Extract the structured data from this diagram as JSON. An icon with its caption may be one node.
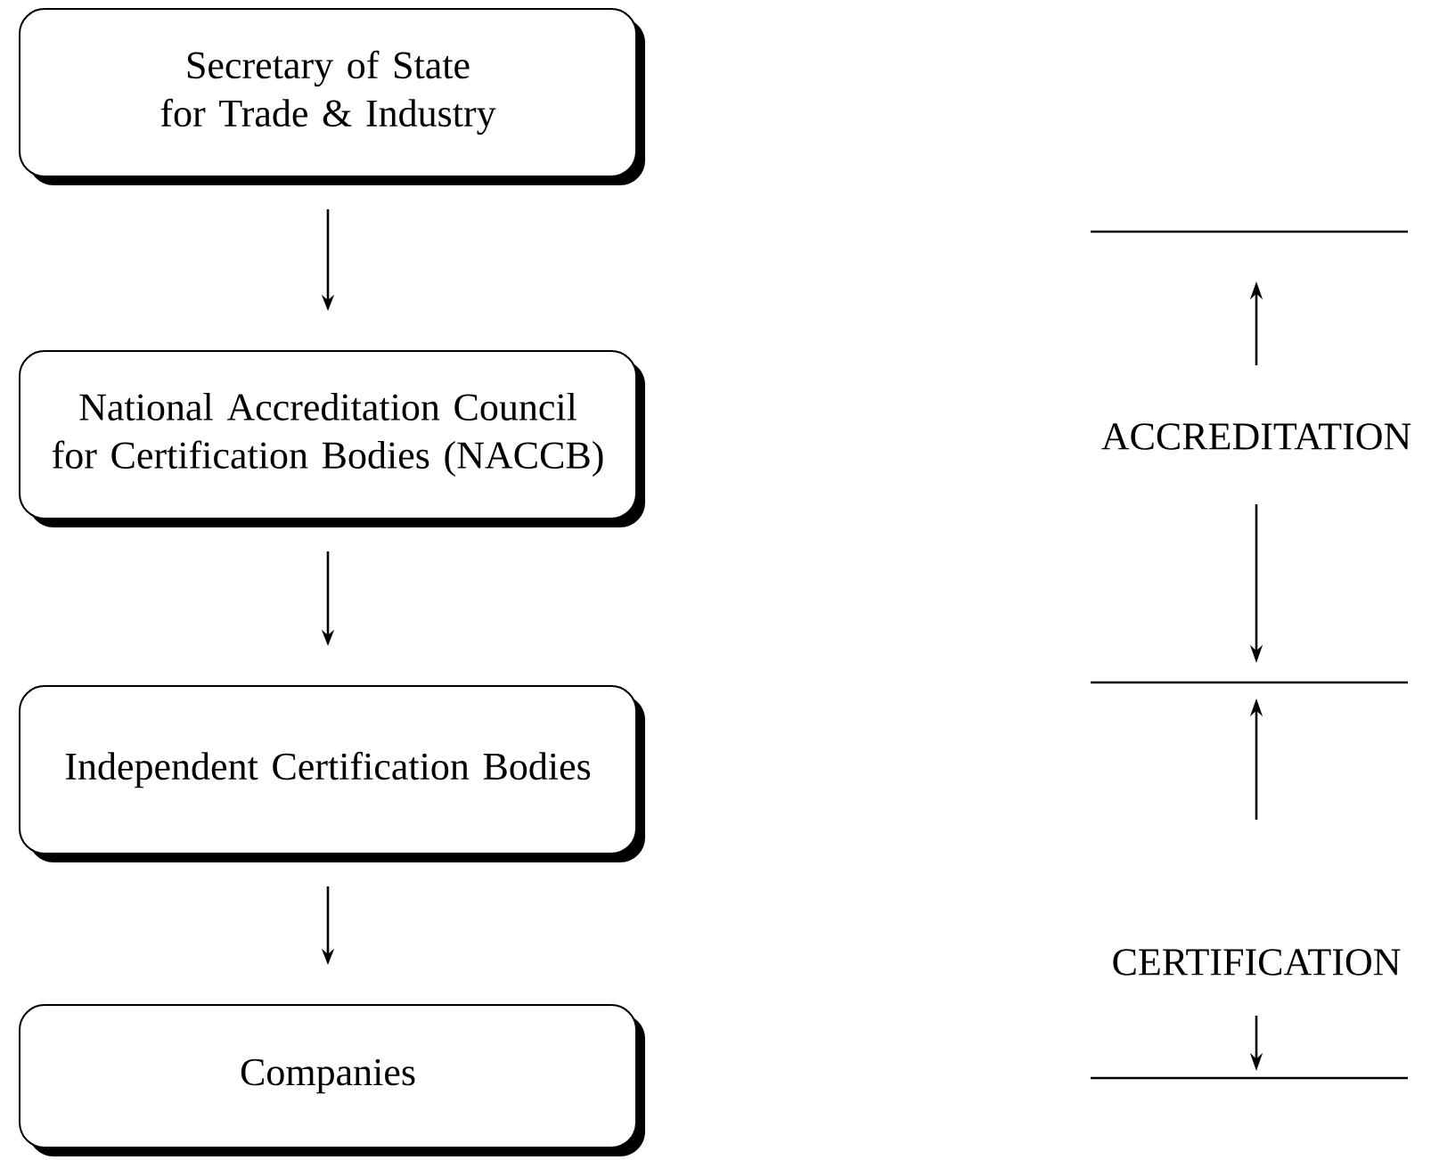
{
  "diagram": {
    "nodes": [
      {
        "text": [
          "Secretary of State for Trade & Industry"
        ]
      },
      {
        "text": [
          "National Accreditation Council for Certification Bodies (NACCB)"
        ]
      },
      {
        "text": [
          "Independent Certification Bodies"
        ]
      },
      {
        "text": [
          "Companies"
        ]
      }
    ],
    "edges": [
      {
        "from": 0,
        "to": 1,
        "arrow": "to"
      },
      {
        "from": 1,
        "to": 2,
        "arrow": "to"
      },
      {
        "from": 2,
        "to": 3,
        "arrow": "to"
      }
    ],
    "labels": [
      "ACCREDITATION",
      "CERTIFICATION"
    ]
  }
}
